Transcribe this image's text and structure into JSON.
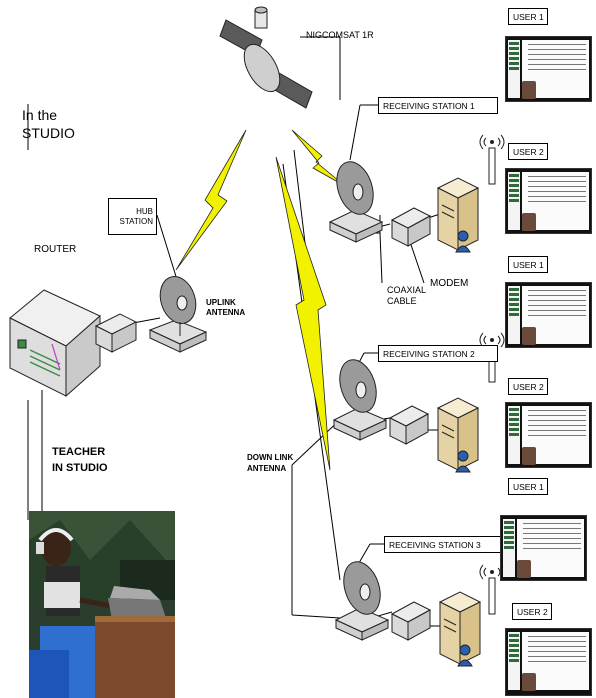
{
  "labels": {
    "studio_heading": [
      "In the",
      "STUDIO"
    ],
    "satellite": "NIGCOMSAT 1R",
    "hub_station": [
      "HUB",
      "STATION"
    ],
    "router": "ROUTER",
    "uplink_antenna": [
      "UPLINK",
      "ANTENNA"
    ],
    "teacher": [
      "TEACHER",
      "IN STUDIO"
    ],
    "downlink_antenna": [
      "DOWN LINK",
      "ANTENNA"
    ],
    "coaxial_cable": [
      "COAXIAL",
      "CABLE"
    ],
    "modem": "MODEM"
  },
  "receiving_stations": [
    "RECEIVING STATION 1",
    "RECEIVING STATION 2",
    "RECEIVING STATION 3"
  ],
  "users": [
    "USER 1",
    "USER 2",
    "USER 1",
    "USER 2",
    "USER 1",
    "USER 2"
  ],
  "colors": {
    "signal": "#f2f200",
    "line": "#000000",
    "device": "#ececec",
    "server": "#f0e2bf",
    "screen_accent": "#2f6a3a"
  },
  "icons": [
    "satellite-icon",
    "router-icon",
    "dish-antenna-icon",
    "modem-icon",
    "server-computer-icon",
    "user-person-icon",
    "wireless-access-point-icon",
    "lightning-signal-icon",
    "computer-screen-icon",
    "teacher-photo"
  ]
}
